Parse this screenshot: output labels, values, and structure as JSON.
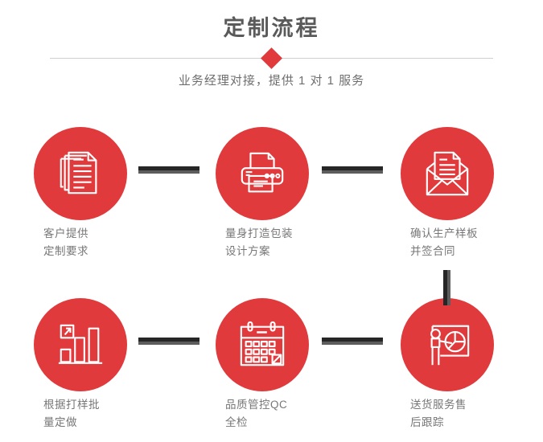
{
  "header": {
    "title": "定制流程",
    "subtitle": "业务经理对接，提供 1 对 1 服务",
    "diamond_icon": "diamond-marker"
  },
  "theme": {
    "accent_red": "#e03a3c",
    "title_gray": "#5a5a5a",
    "caption_gray": "#777777",
    "connector_dark": "#262626",
    "connector_gray": "#5d5d5d",
    "divider_gray": "#cfcfcf",
    "background": "#ffffff"
  },
  "steps": [
    {
      "index": 1,
      "icon": "documents-stack-icon",
      "caption": "客户提供\n定制要求"
    },
    {
      "index": 2,
      "icon": "printer-icon",
      "caption": "量身打造包装\n设计方案"
    },
    {
      "index": 3,
      "icon": "open-envelope-letter-icon",
      "caption": "确认生产样板\n并签合同"
    },
    {
      "index": 4,
      "icon": "growth-bar-chart-icon",
      "caption": "根据打样批\n量定做"
    },
    {
      "index": 5,
      "icon": "calendar-check-icon",
      "caption": "品质管控QC\n全检"
    },
    {
      "index": 6,
      "icon": "presenter-pie-chart-icon",
      "caption": "送货服务售\n后跟踪"
    }
  ],
  "connectors": [
    {
      "id": "connector-1-2",
      "orientation": "horizontal"
    },
    {
      "id": "connector-2-3",
      "orientation": "horizontal"
    },
    {
      "id": "connector-3-4",
      "orientation": "vertical"
    },
    {
      "id": "connector-4-5",
      "orientation": "horizontal"
    },
    {
      "id": "connector-5-6",
      "orientation": "horizontal"
    }
  ]
}
